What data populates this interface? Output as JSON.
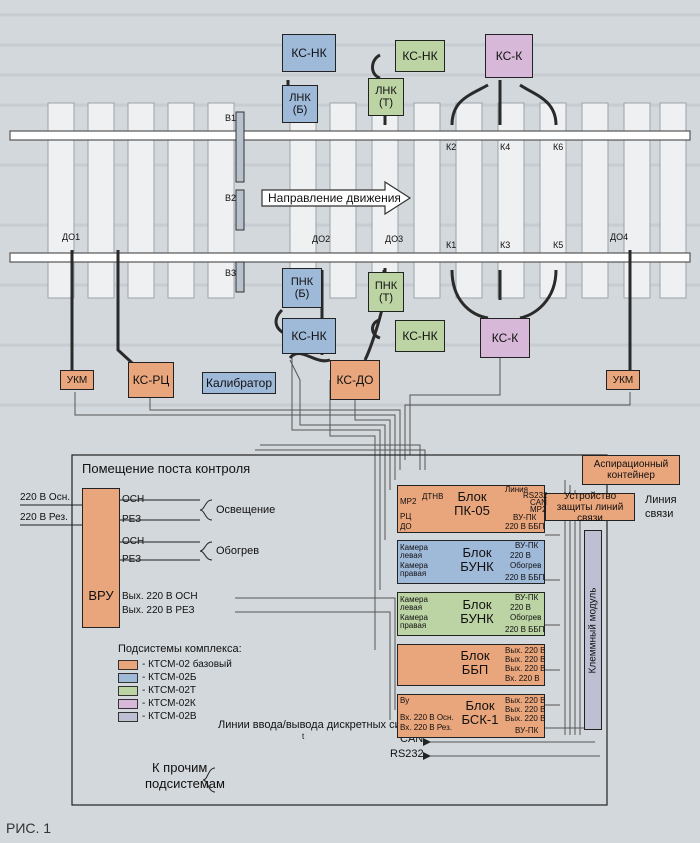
{
  "top_boxes": {
    "ks_nk_1": "КС-НК",
    "ks_nk_2": "КС-НК",
    "ks_k_top": "КС-К",
    "lnk_b": "ЛНК (Б)",
    "lnk_t": "ЛНК (Т)"
  },
  "bottom_boxes": {
    "pnk_b": "ПНК (Б)",
    "pnk_t": "ПНК (Т)",
    "ks_nk_3": "КС-НК",
    "ks_nk_4": "КС-НК",
    "ks_k_bot": "КС-К"
  },
  "line_boxes": {
    "ukm_left": "УКМ",
    "ukm_right": "УКМ",
    "ks_rc": "КС-РЦ",
    "ks_do": "КС-ДО",
    "calibrator": "Калибратор"
  },
  "track_labels": {
    "b1": "В1",
    "b2": "В2",
    "b3": "В3",
    "do1": "ДО1",
    "do2": "ДО2",
    "do3": "ДО3",
    "do4": "ДО4",
    "k1": "К1",
    "k2": "К2",
    "k3": "К3",
    "k4": "К4",
    "k5": "К5",
    "k6": "К6"
  },
  "direction": "Направление движения",
  "room_title": "Помещение поста контроля",
  "power": {
    "in_main": "220 В Осн.",
    "in_res": "220 В Рез.",
    "osn1": "ОСН",
    "rez1": "РЕЗ",
    "osn2": "ОСН",
    "rez2": "РЕЗ",
    "lighting": "Освещение",
    "heating": "Обогрев",
    "vru": "ВРУ",
    "out_main": "Вых. 220 В ОСН",
    "out_res": "Вых. 220 В РЕЗ"
  },
  "legend": {
    "title": "Подсистемы комплекса:",
    "items": [
      "- КТСМ-02 базовый",
      "- КТСМ-02Б",
      "- КТСМ-02Т",
      "- КТСМ-02К",
      "- КТСМ-02В"
    ],
    "colors": [
      "#e9a57b",
      "#9fb9d9",
      "#bcd3a4",
      "#d8b8d8",
      "#bfbfd4"
    ]
  },
  "other": {
    "label_line1": "К прочим",
    "label_line2": "подсистемам",
    "discrete": "Линии ввода/вывода дискретных сигналов",
    "can": "CAN",
    "rs232": "RS232",
    "t_mark": "t"
  },
  "right_boxes": {
    "aspiration": "Аспирационный контейнер",
    "protection": "Устройство защиты линий связи",
    "comm_lines_1": "Линия",
    "comm_lines_2": "связи",
    "terminal": "Клеммный модуль"
  },
  "blocks": {
    "pk05": {
      "title1": "Блок",
      "title2": "ПК-05",
      "left": [
        "МР2",
        "РЦ",
        "ДО"
      ],
      "top": "ДТНВ",
      "right": [
        "Линия",
        "RS232",
        "CAN",
        "МР2",
        "ВУ-ПК",
        "220 В ББП"
      ]
    },
    "bunk1": {
      "title1": "Блок",
      "title2": "БУНК",
      "left": [
        "Камера",
        "левая",
        "Камера",
        "правая"
      ],
      "right": [
        "ВУ-ПК",
        "220 В",
        "Обогрев",
        "220 В ББП"
      ]
    },
    "bunk2": {
      "title1": "Блок",
      "title2": "БУНК",
      "left": [
        "Камера",
        "левая",
        "Камера",
        "правая"
      ],
      "right": [
        "ВУ-ПК",
        "220 В",
        "Обогрев",
        "220 В ББП"
      ]
    },
    "bbp": {
      "title1": "Блок",
      "title2": "ББП",
      "right": [
        "Вых. 220 В",
        "Вых. 220 В",
        "Вых. 220 В",
        "Вх. 220 В"
      ]
    },
    "bsk": {
      "title1": "Блок",
      "title2": "БСК-1",
      "left": [
        "Ву",
        "Вх. 220 В Осн.",
        "Вх. 220 В Рез."
      ],
      "right": [
        "Вых. 220 В",
        "Вых. 220 В",
        "Вых. 220 В",
        "ВУ-ПК"
      ]
    }
  },
  "caption": "РИС. 1"
}
